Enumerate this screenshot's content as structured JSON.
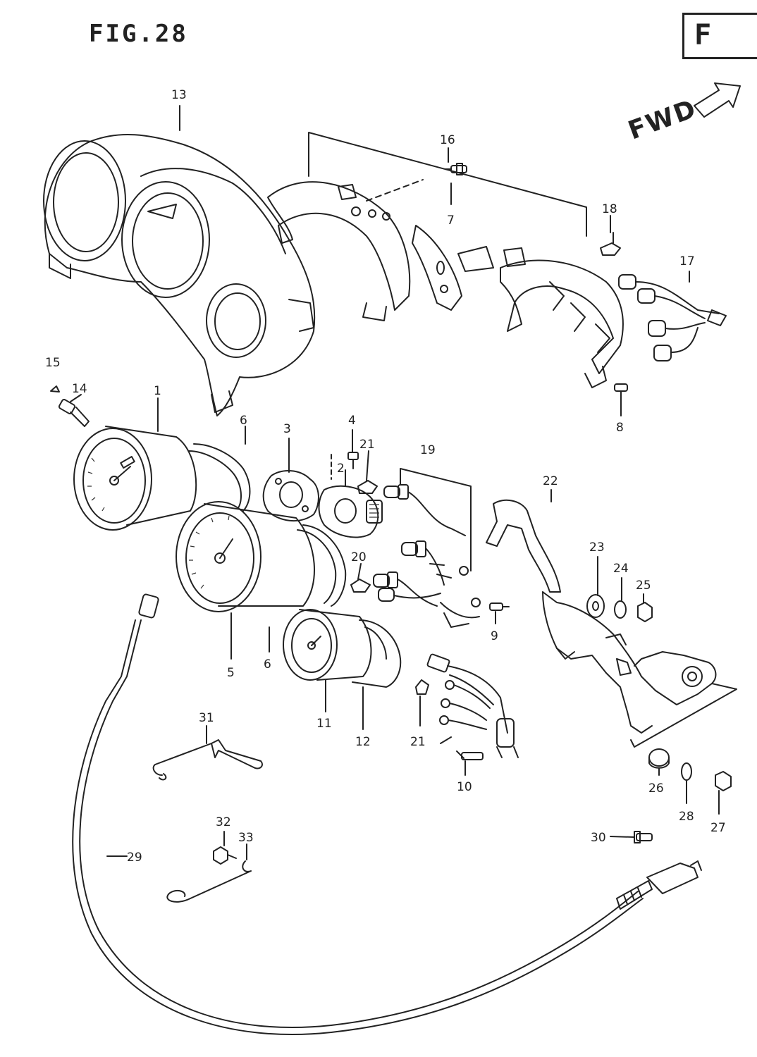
{
  "figure": {
    "title": "FIG.28",
    "section": "F",
    "direction": "FWD"
  },
  "callouts": [
    "1",
    "2",
    "3",
    "4",
    "5",
    "6",
    "7",
    "8",
    "9",
    "10",
    "11",
    "12",
    "13",
    "14",
    "15",
    "16",
    "17",
    "18",
    "19",
    "20",
    "21",
    "22",
    "23",
    "24",
    "25",
    "26",
    "27",
    "28",
    "29",
    "30",
    "31",
    "32",
    "33"
  ]
}
